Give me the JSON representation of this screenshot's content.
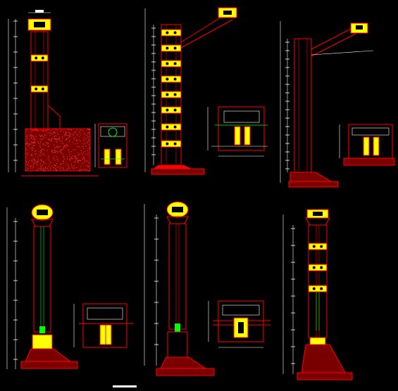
{
  "drawing": {
    "background": "#000000",
    "colors": {
      "column": "#ff0000",
      "dimension": "#ffffff",
      "block": "#ffff00",
      "detail_line": "#00ff00",
      "accent_cyan": "#00ffff",
      "concrete_fill": "#cc0000"
    },
    "views": [
      {
        "id": "view-1",
        "type": "pier-on-footing",
        "blocks": 2
      },
      {
        "id": "view-2",
        "type": "pier-with-arm",
        "blocks": 8
      },
      {
        "id": "view-3",
        "type": "pier-with-cantilever",
        "blocks": 0
      },
      {
        "id": "view-4",
        "type": "pier-capped",
        "blocks": 0
      },
      {
        "id": "view-5",
        "type": "pier-capped",
        "blocks": 0
      },
      {
        "id": "view-6",
        "type": "pier-capped-tall",
        "blocks": 4
      }
    ],
    "details": [
      {
        "id": "detail-1",
        "near": "view-1"
      },
      {
        "id": "detail-2",
        "near": "view-2"
      },
      {
        "id": "detail-3",
        "near": "view-3"
      },
      {
        "id": "detail-4",
        "near": "view-4"
      },
      {
        "id": "detail-5",
        "near": "view-5"
      }
    ]
  }
}
